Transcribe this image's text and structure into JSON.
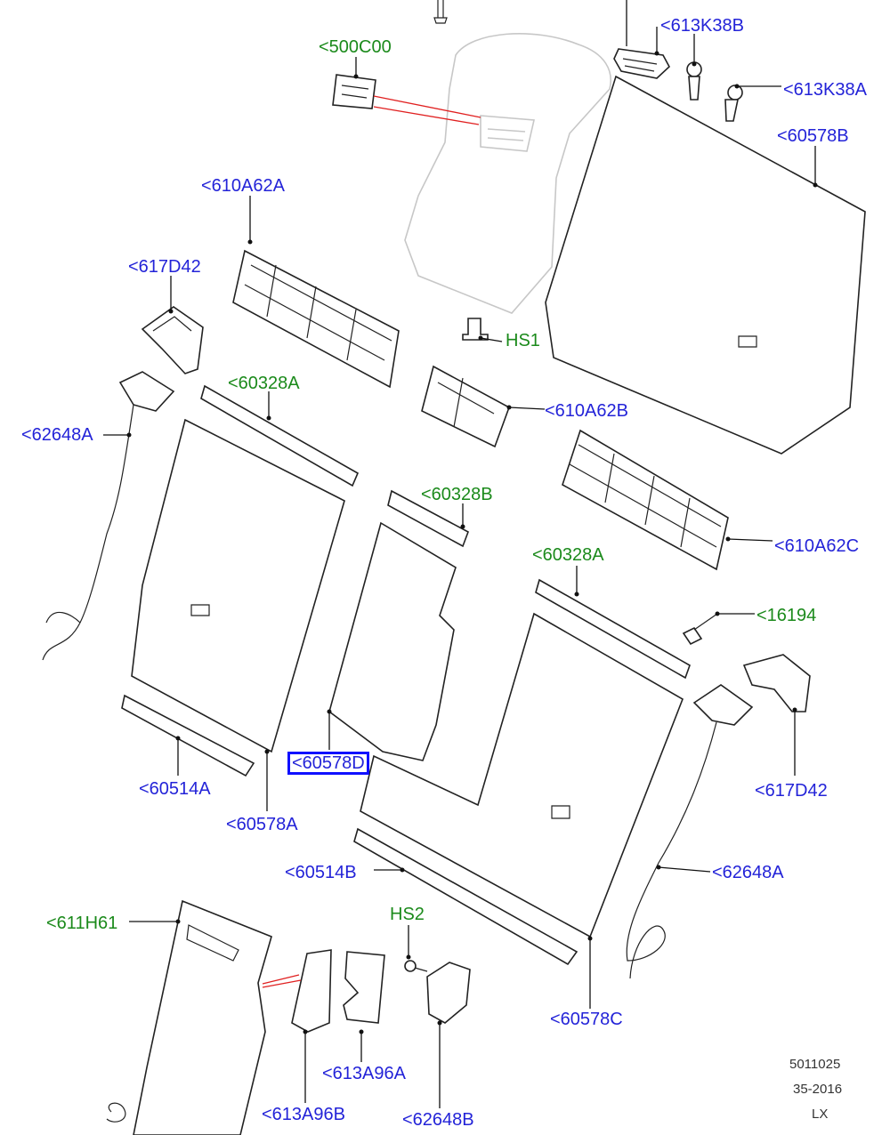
{
  "diagram": {
    "part_labels": {
      "p500C00": "<500C00",
      "p613K38B": "<613K38B",
      "p613K38A": "<613K38A",
      "p60578B": "<60578B",
      "p610A62A": "<610A62A",
      "p617D42_top": "<617D42",
      "hs1": "HS1",
      "p60328A_left": "<60328A",
      "p62648A_left": "<62648A",
      "p610A62B": "<610A62B",
      "p60328B": "<60328B",
      "p610A62C": "<610A62C",
      "p60328A_right": "<60328A",
      "p16194": "<16194",
      "p60578D": "<60578D",
      "p617D42_right": "<617D42",
      "p60514A": "<60514A",
      "p60578A": "<60578A",
      "p60514B": "<60514B",
      "p62648A_right": "<62648A",
      "p611H61": "<611H61",
      "hs2": "HS2",
      "p60578C": "<60578C",
      "p613A96A": "<613A96A",
      "p613A96B": "<613A96B",
      "p62648B": "<62648B"
    },
    "reference": {
      "code": "5011025",
      "date": "35-2016",
      "model": "LX"
    },
    "colors": {
      "part_label": "#2323d8",
      "hardware_label": "#1b8a1b",
      "selected_box": "#1010ff",
      "callout_line": "#e02020"
    }
  }
}
